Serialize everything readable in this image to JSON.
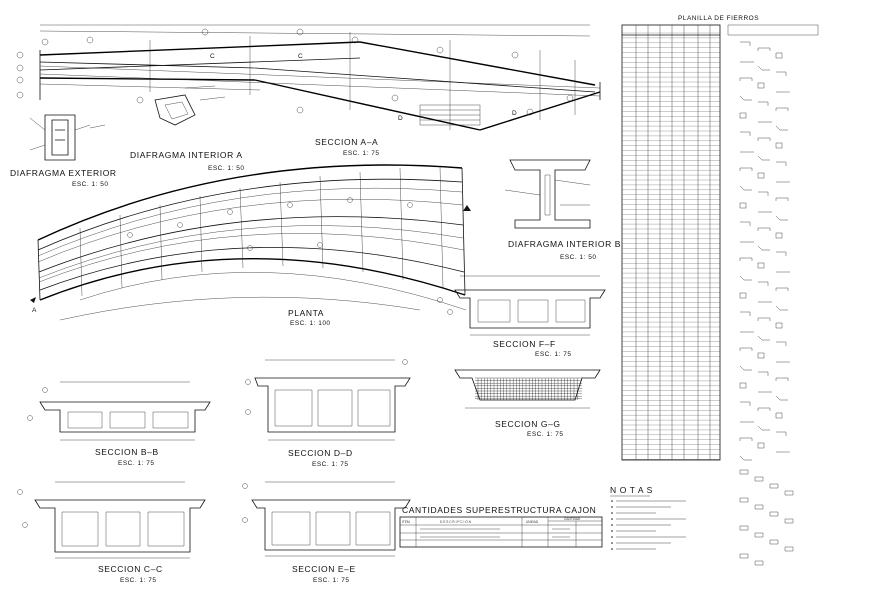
{
  "views": {
    "seccion_aa": {
      "title": "SECCION A–A",
      "scale": "ESC. 1: 75"
    },
    "diafragma_exterior": {
      "title": "DIAFRAGMA EXTERIOR",
      "scale": "ESC. 1: 50"
    },
    "diafragma_interior_a": {
      "title": "DIAFRAGMA INTERIOR A",
      "scale": "ESC. 1: 50"
    },
    "diafragma_interior_b": {
      "title": "DIAFRAGMA INTERIOR B",
      "scale": "ESC. 1: 50"
    },
    "planta": {
      "title": "PLANTA",
      "scale": "ESC. 1: 100"
    },
    "seccion_ff": {
      "title": "SECCION F–F",
      "scale": "ESC. 1: 75"
    },
    "seccion_gg": {
      "title": "SECCION G–G",
      "scale": "ESC. 1: 75"
    },
    "seccion_bb": {
      "title": "SECCION B–B",
      "scale": "ESC. 1: 75"
    },
    "seccion_dd": {
      "title": "SECCION D–D",
      "scale": "ESC. 1: 75"
    },
    "seccion_cc": {
      "title": "SECCION C–C",
      "scale": "ESC. 1: 75"
    },
    "seccion_ee": {
      "title": "SECCION E–E",
      "scale": "ESC. 1: 75"
    }
  },
  "planilla": {
    "title": "PLANILLA DE FIERROS"
  },
  "notas": {
    "title": "N O T A S"
  },
  "cantidades": {
    "title": "CANTIDADES SUPERESTRUCTURA CAJON",
    "col_item": "ITEM",
    "col_desc": "D E S C R I P C I O N",
    "col_unit": "UNIDAD",
    "col_qty": "CANTIDAD"
  },
  "section_marks": {
    "a": "A",
    "c": "C",
    "d": "D"
  }
}
